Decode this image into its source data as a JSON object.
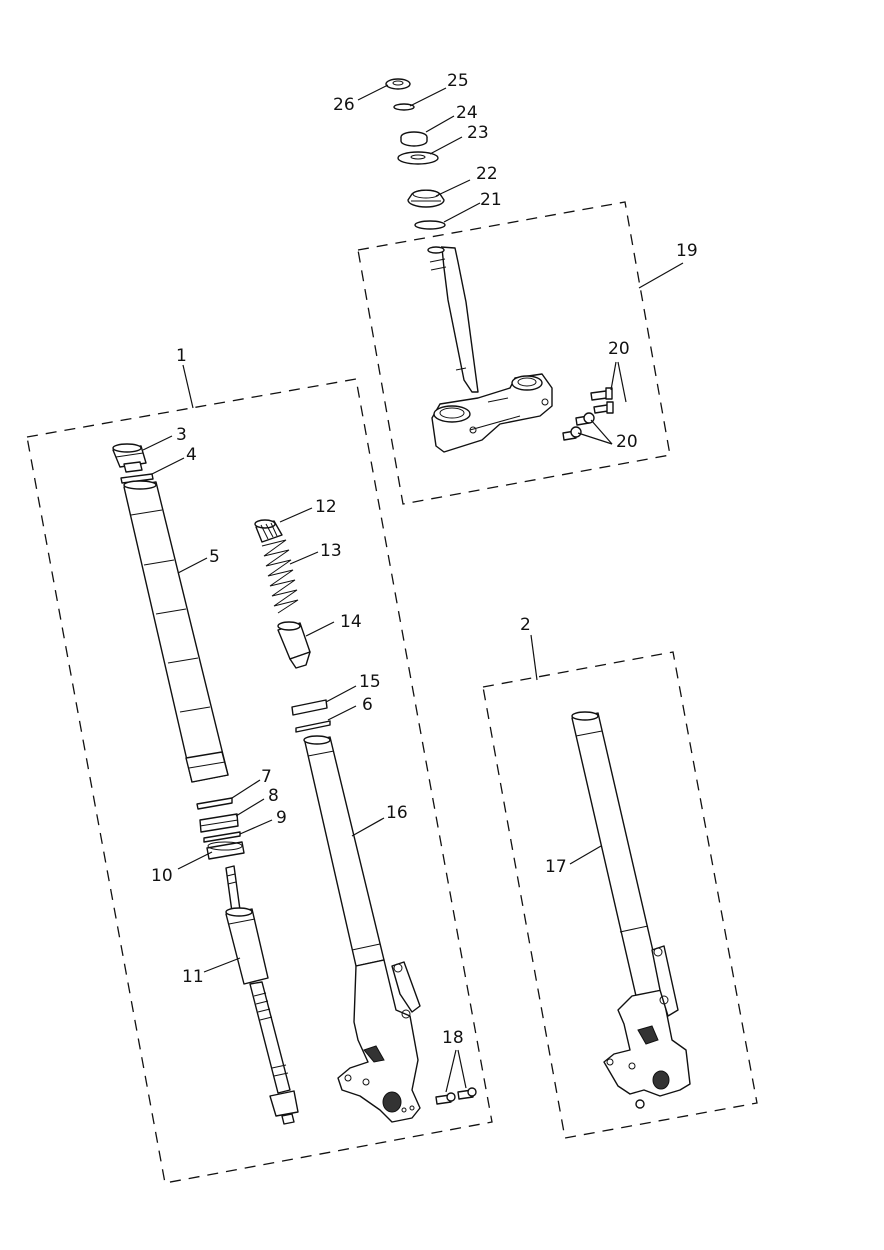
{
  "diagram": {
    "groups": [
      {
        "id": "front-fork-left",
        "callout": "1"
      },
      {
        "id": "front-fork-right",
        "callout": "2"
      },
      {
        "id": "steering-yoke",
        "callout": "19"
      }
    ],
    "callouts": [
      "1",
      "2",
      "3",
      "4",
      "5",
      "6",
      "7",
      "8",
      "9",
      "10",
      "11",
      "12",
      "13",
      "14",
      "15",
      "16",
      "17",
      "18",
      "19",
      "20",
      "20",
      "21",
      "22",
      "23",
      "24",
      "25",
      "26"
    ]
  }
}
